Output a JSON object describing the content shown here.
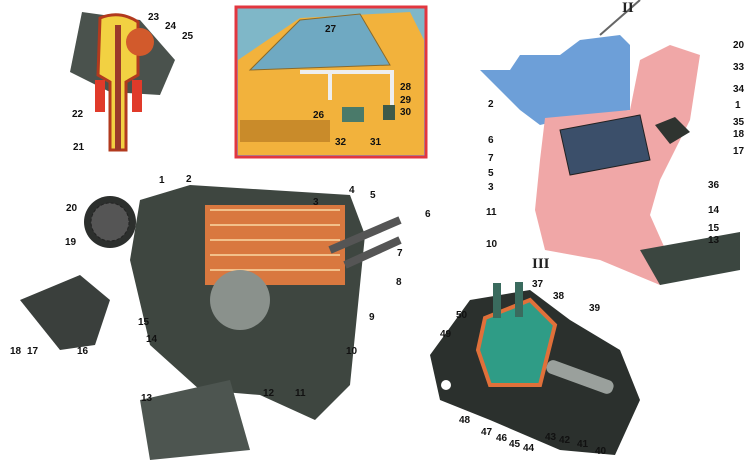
{
  "title": "Car heater unit cutaway diagram",
  "section_labels": {
    "II": "II",
    "III": "III"
  },
  "inset_top": {
    "labels": [
      "21",
      "22",
      "23",
      "24",
      "25"
    ]
  },
  "inset_car": {
    "labels": [
      "26",
      "27",
      "28",
      "29",
      "30",
      "31",
      "32"
    ]
  },
  "section_ii": {
    "labels": [
      "20",
      "33",
      "34",
      "1",
      "35",
      "18",
      "17",
      "2",
      "6",
      "7",
      "5",
      "3",
      "36",
      "11",
      "14",
      "15",
      "13",
      "10"
    ]
  },
  "section_iii": {
    "labels": [
      "37",
      "38",
      "39",
      "50",
      "49",
      "48",
      "47",
      "46",
      "45",
      "44",
      "43",
      "42",
      "41",
      "40"
    ]
  },
  "main": {
    "labels": [
      "1",
      "2",
      "3",
      "4",
      "5",
      "6",
      "7",
      "8",
      "9",
      "10",
      "11",
      "12",
      "13",
      "14",
      "15",
      "16",
      "17",
      "18",
      "19",
      "20"
    ]
  },
  "colors": {
    "inset_border": "#e2363f",
    "car_body": "#f2b23c",
    "cold_air": "#6d9fd8",
    "warm_air": "#f0a7a7",
    "housing": "#3e4640",
    "radiator": "#d9783f",
    "core": "#2f9c86"
  }
}
